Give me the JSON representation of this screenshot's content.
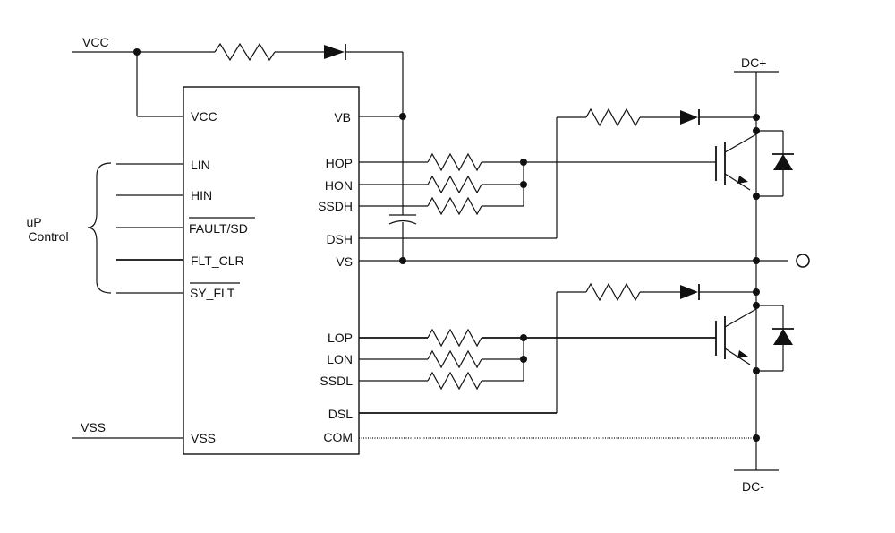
{
  "rails": {
    "vcc": "VCC",
    "vss": "VSS",
    "dc_plus": "DC+",
    "dc_minus": "DC-"
  },
  "controller": {
    "label_line1": "uP",
    "label_line2": "Control"
  },
  "ic": {
    "left_pins": [
      "VCC",
      "LIN",
      "HIN",
      "FAULT/SD",
      "FLT_CLR",
      "SY_FLT",
      "VSS"
    ],
    "right_pins": [
      "VB",
      "HOP",
      "HON",
      "SSDH",
      "DSH",
      "VS",
      "LOP",
      "LON",
      "SSDL",
      "DSL",
      "COM"
    ]
  }
}
